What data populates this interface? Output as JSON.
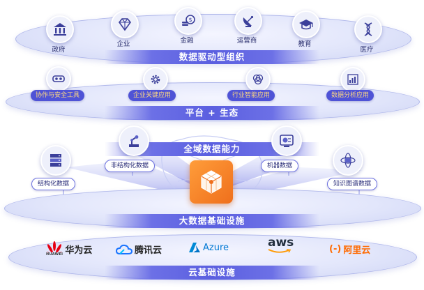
{
  "layers": {
    "organizations": {
      "band": "数据驱动型组织",
      "items": [
        "政府",
        "企业",
        "金融",
        "运营商",
        "教育",
        "医疗"
      ]
    },
    "platform": {
      "band": "平台 + 生态",
      "items": [
        "协作与安全工具",
        "企业关键应用",
        "行业智能应用",
        "数据分析应用"
      ]
    },
    "capability": {
      "band": "全域数据能力",
      "items": [
        "结构化数据",
        "非结构化数据",
        "机器数据",
        "知识图谱数据"
      ]
    },
    "bigdata": {
      "band": "大数据基础设施"
    },
    "cloud": {
      "band": "云基础设施",
      "huawei": {
        "name": "华为云",
        "sub": "HUAWEI"
      },
      "tencent": "腾讯云",
      "azure": "Azure",
      "aws": "aws",
      "aliyun": {
        "mark": "(-)",
        "name": "阿里云"
      }
    }
  },
  "colors": {
    "accent": "#5b5fe0",
    "huawei": "#e60012",
    "tencent": "#1a74ff",
    "azure": "#0078d4",
    "aws_arrow": "#ff9900",
    "aliyun": "#ff6a00",
    "cube": "#f08a24"
  }
}
